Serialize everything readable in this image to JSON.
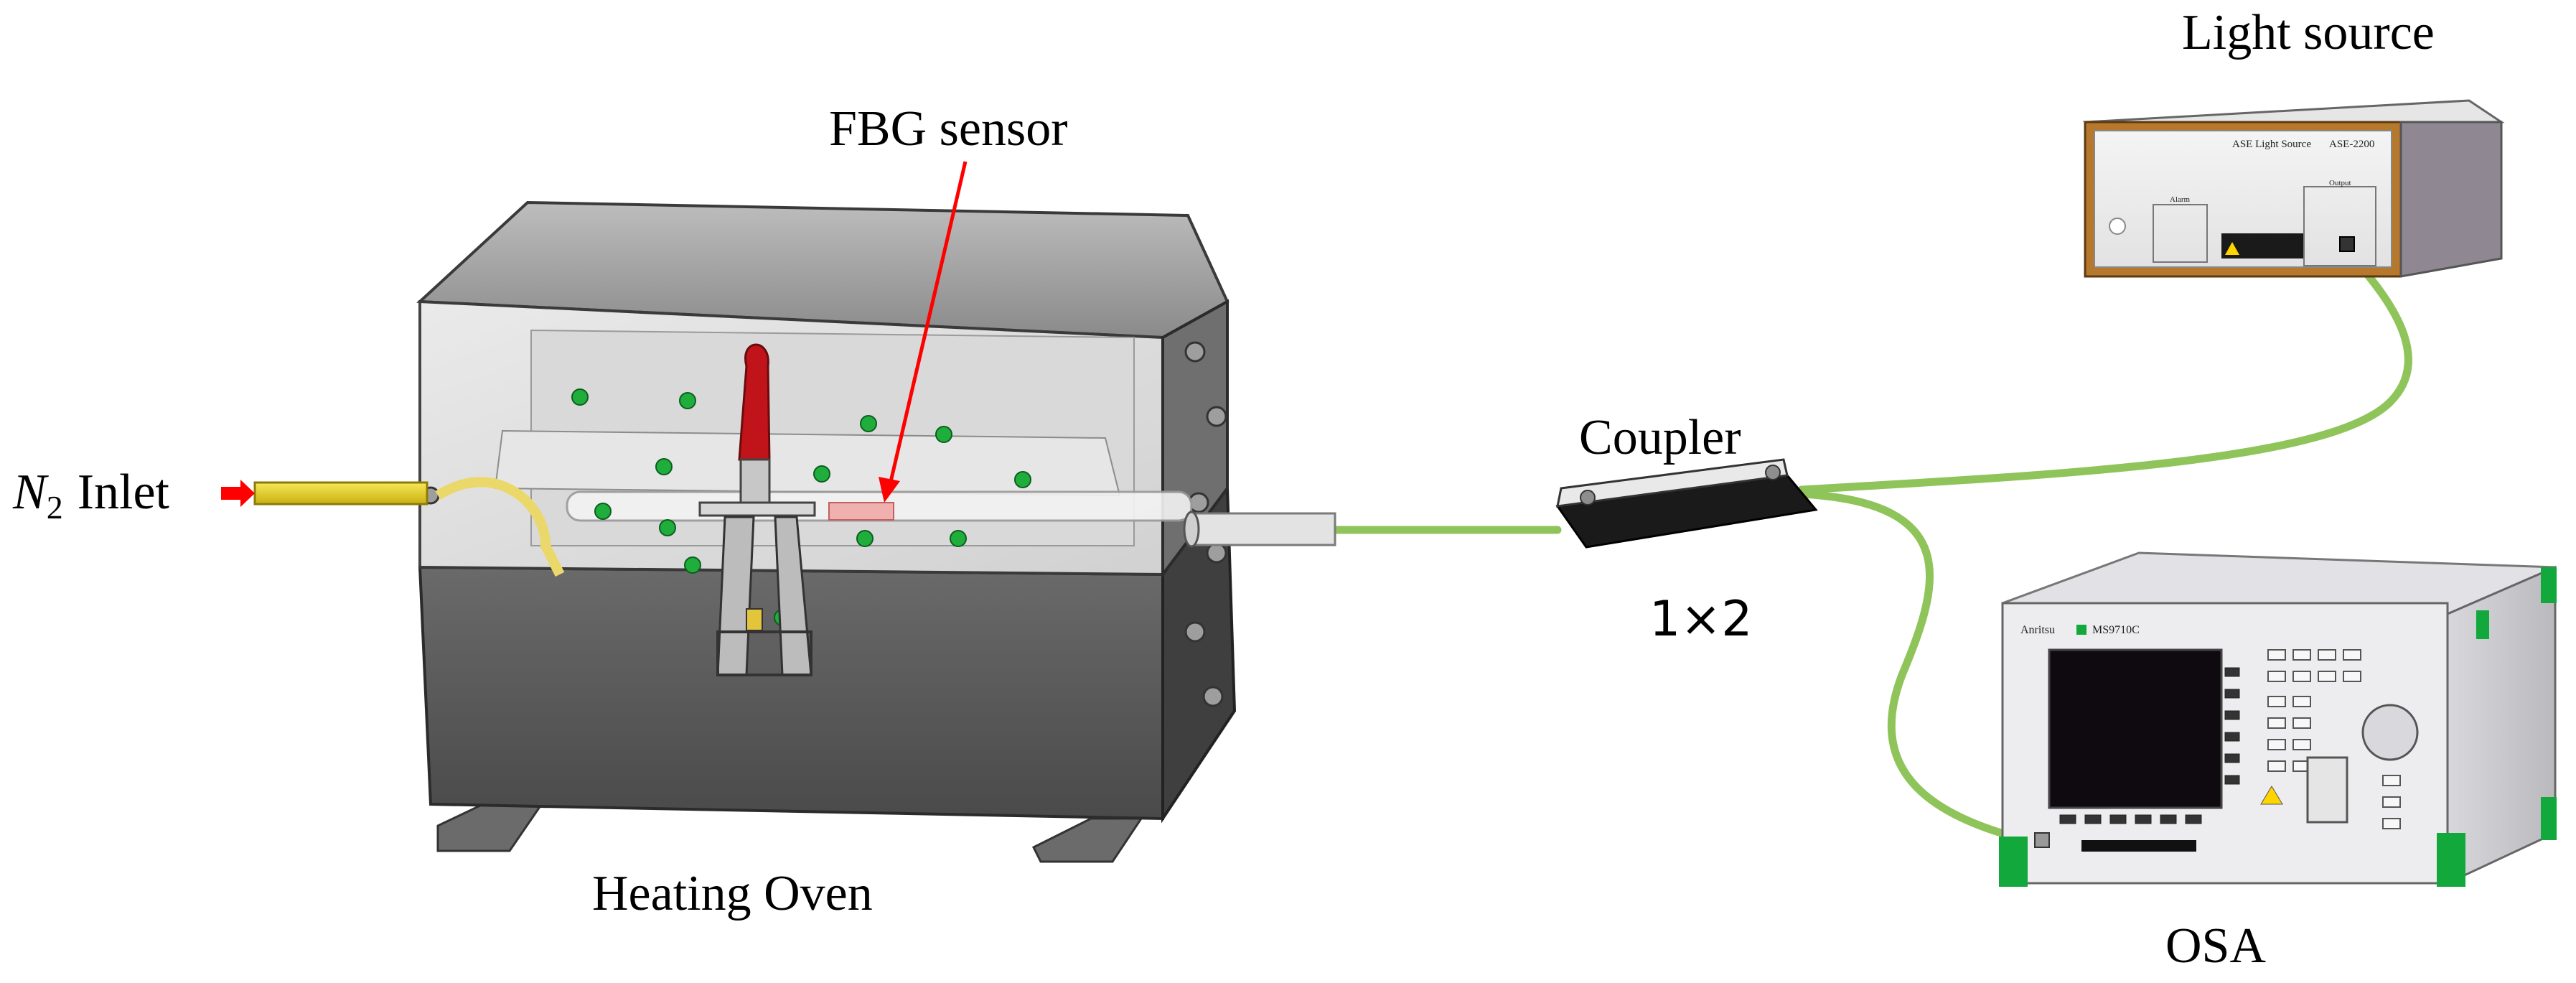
{
  "labels": {
    "light_source": "Light source",
    "fbg_sensor": "FBG sensor",
    "coupler": "Coupler",
    "coupler_ratio": "1×2",
    "inlet_symbol": "N",
    "inlet_subscript": "2",
    "inlet_word": "Inlet",
    "heating_oven": "Heating Oven",
    "osa": "OSA"
  },
  "light_source_panel": {
    "title": "ASE Light Source",
    "model": "ASE-2200",
    "output_label": "Output",
    "alarm_label": "Alarm"
  },
  "osa_panel": {
    "brand": "Anritsu",
    "model": "MS9710C"
  },
  "colors": {
    "fiber": "#8fc45a",
    "arrow": "#ff0000",
    "inlet_tube": "#e8d21a",
    "oven_body": "#5c5c5c",
    "clamp_handle": "#c0131a",
    "dot": "#1fae3c",
    "osa_bumper": "#12a83c",
    "source_trim": "#b5782c"
  }
}
